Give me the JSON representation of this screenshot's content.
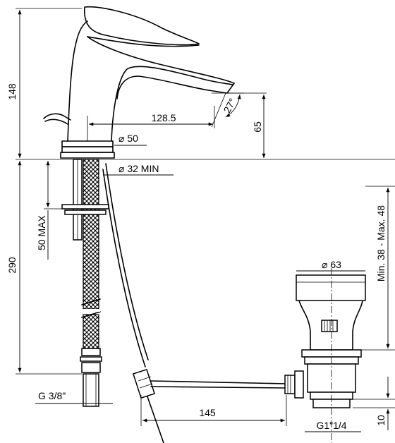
{
  "dimensions": {
    "mixer_height": "148",
    "spout_reach": "128.5",
    "spout_height": "65",
    "spout_angle": "27°",
    "base_diameter": "⌀ 50",
    "hole_diameter": "⌀ 32  MIN",
    "max_deck_thickness": "50  MAX",
    "hose_length": "290",
    "supply_thread": "G  3/8\"",
    "rod_length": "145",
    "waste_diameter": "⌀ 63",
    "waste_range": "Min. 38 - Max. 48",
    "waste_thread": "G1\"1/4",
    "waste_offset": "10"
  }
}
